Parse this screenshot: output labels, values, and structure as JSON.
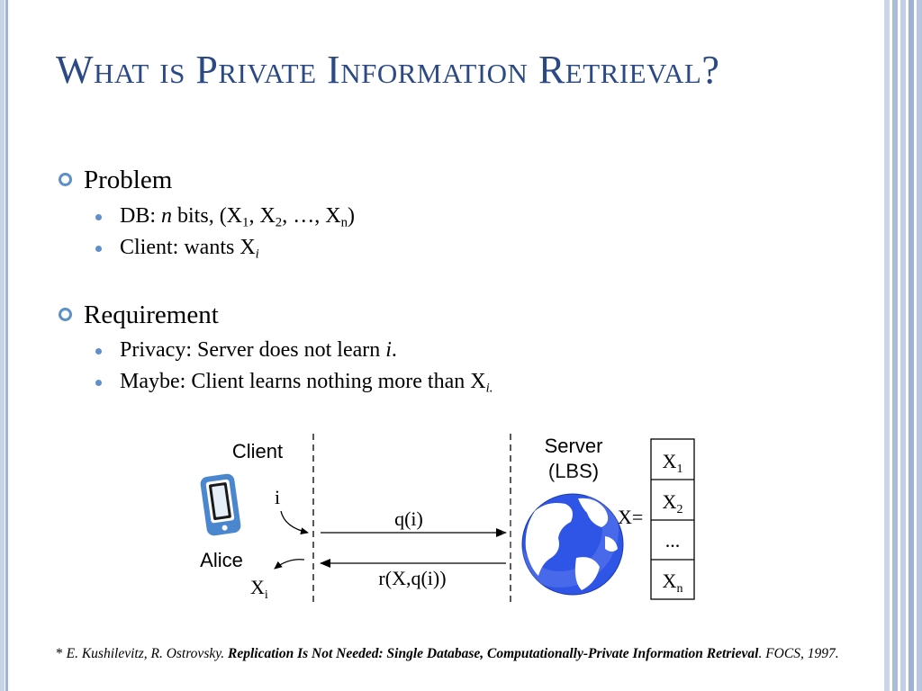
{
  "slide": {
    "title": "What is Private Information Retrieval?",
    "sections": [
      {
        "heading": "Problem",
        "bullets": [
          {
            "prefix": "DB: ",
            "italic": "n",
            "text": " bits, (X",
            "sub1": "1",
            "mid1": ", X",
            "sub2": "2",
            "mid2": ", …, X",
            "sub3": "n",
            "suffix": ")"
          },
          {
            "text": "Client: wants X",
            "sub": "i"
          }
        ]
      },
      {
        "heading": "Requirement",
        "bullets": [
          {
            "text": "Privacy: Server does not learn ",
            "italic": "i",
            "suffix": "."
          },
          {
            "text": "Maybe: Client learns nothing more than X",
            "sub": "i."
          }
        ]
      }
    ]
  },
  "diagram": {
    "client_label": "Client",
    "user_label": "Alice",
    "input_label": "i",
    "output_label": "X",
    "output_sub": "i",
    "query_label": "q(i)",
    "response_label": "r(X,q(i))",
    "server_label_line1": "Server",
    "server_label_line2": "(LBS)",
    "db_label": "X=",
    "db_cells": [
      {
        "base": "X",
        "sub": "1"
      },
      {
        "base": "X",
        "sub": "2"
      },
      {
        "base": "...",
        "sub": ""
      },
      {
        "base": "X",
        "sub": "n"
      }
    ],
    "colors": {
      "globe_ocean": "#2f55e6",
      "globe_land": "#ffffff",
      "device": "#4a87cf"
    }
  },
  "reference": {
    "star": "* ",
    "authors": "E. Kushilevitz, R. Ostrovsky. ",
    "paper_title": "Replication Is Not Needed: Single Database, Computationally-Private Information Retrieval",
    "venue": ". FOCS, 1997."
  },
  "theme": {
    "title_color": "#2b4a85",
    "bullet_color": "#5d8fc9"
  }
}
